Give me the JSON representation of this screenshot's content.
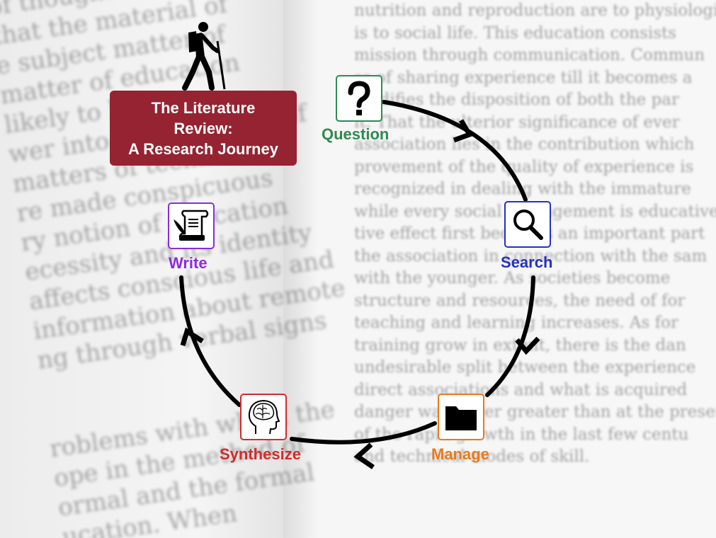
{
  "title": {
    "line1": "The Literature",
    "line2": "Review:",
    "line3": "A Research Journey",
    "color": "#962331"
  },
  "stages": [
    {
      "key": "question",
      "label": "Question",
      "icon": "question-mark-icon",
      "color": "#2e8b4e"
    },
    {
      "key": "search",
      "label": "Search",
      "icon": "magnifying-glass-icon",
      "color": "#2430c8"
    },
    {
      "key": "manage",
      "label": "Manage",
      "icon": "folder-icon",
      "color": "#ea7a1a"
    },
    {
      "key": "synthesize",
      "label": "Synthesize",
      "icon": "brain-head-icon",
      "color": "#d42a2a"
    },
    {
      "key": "write",
      "label": "Write",
      "icon": "scroll-quill-icon",
      "color": "#8a2be2"
    }
  ],
  "decorations": {
    "top_icon": "hiker-icon",
    "cycle_arrows": "clockwise-cycle-arrows",
    "background": "blurred-open-book-page"
  }
}
